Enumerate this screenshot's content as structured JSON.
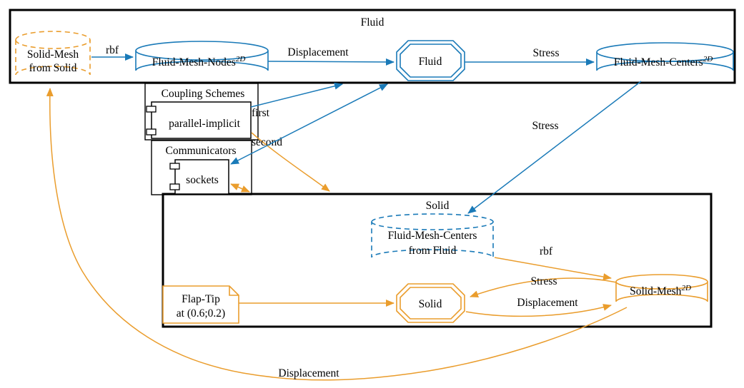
{
  "diagram": {
    "colors": {
      "fluid_accent": "#1a7ab8",
      "solid_accent": "#ea9d2d",
      "frame": "#000000"
    },
    "fluid": {
      "title": "Fluid",
      "remote_mesh": {
        "line1": "Solid-Mesh",
        "line2": "from Solid"
      },
      "mesh_nodes": {
        "name": "Fluid-Mesh-Nodes",
        "dim": "2D"
      },
      "solver": "Fluid",
      "mesh_centers": {
        "name": "Fluid-Mesh-Centers",
        "dim": "2D"
      },
      "rbf_label": "rbf",
      "displacement_label": "Displacement",
      "stress_label": "Stress"
    },
    "coupling": {
      "schemes_title": "Coupling Schemes",
      "scheme_name": "parallel-implicit",
      "first_label": "first",
      "second_label": "second",
      "communicators_title": "Communicators",
      "communicator_name": "sockets"
    },
    "cross": {
      "stress_label": "Stress",
      "displacement_label": "Displacement"
    },
    "solid": {
      "title": "Solid",
      "remote_mesh": {
        "line1": "Fluid-Mesh-Centers",
        "line2": "from Fluid"
      },
      "watchpoint": {
        "line1": "Flap-Tip",
        "line2": "at (0.6;0.2)"
      },
      "solver": "Solid",
      "mesh": {
        "name": "Solid-Mesh",
        "dim": "2D"
      },
      "rbf_label": "rbf",
      "stress_label": "Stress",
      "displacement_label": "Displacement"
    }
  }
}
